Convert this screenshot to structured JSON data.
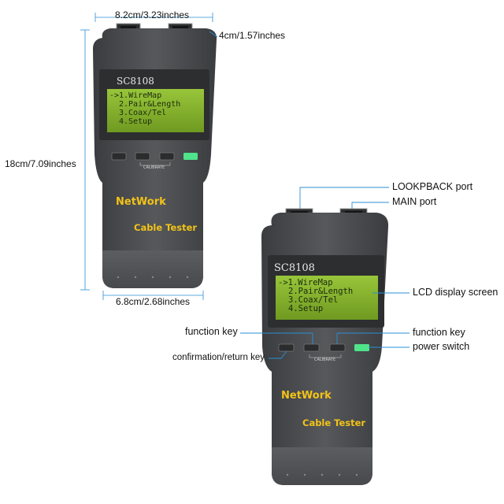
{
  "device": {
    "model": "SC8108",
    "menu": [
      "->1.WireMap",
      "2.Pair&Length",
      "3.Coax/Tel",
      "4.Setup"
    ],
    "calibrate_label": "CALIBRATE",
    "brand_line1": "NetWork",
    "brand_line2": "Cable Tester"
  },
  "dimensions": {
    "width_top": "8.2cm/3.23inches",
    "depth": "4cm/1.57inches",
    "height": "18cm/7.09inches",
    "width_bottom": "6.8cm/2.68inches"
  },
  "callouts": {
    "loopback_port": "LOOKPBACK port",
    "main_port": "MAIN port",
    "lcd_screen": "LCD display screen",
    "function_key_left": "function key",
    "function_key_right": "function key",
    "power_switch": "power switch",
    "confirm_key": "confirmation/return key"
  },
  "colors": {
    "callout_line": "#2a8fd6",
    "body": "#4a4c4f",
    "lcd": "#7fae2a",
    "brand_text": "#f2c318",
    "power_led": "#4fe38a"
  }
}
